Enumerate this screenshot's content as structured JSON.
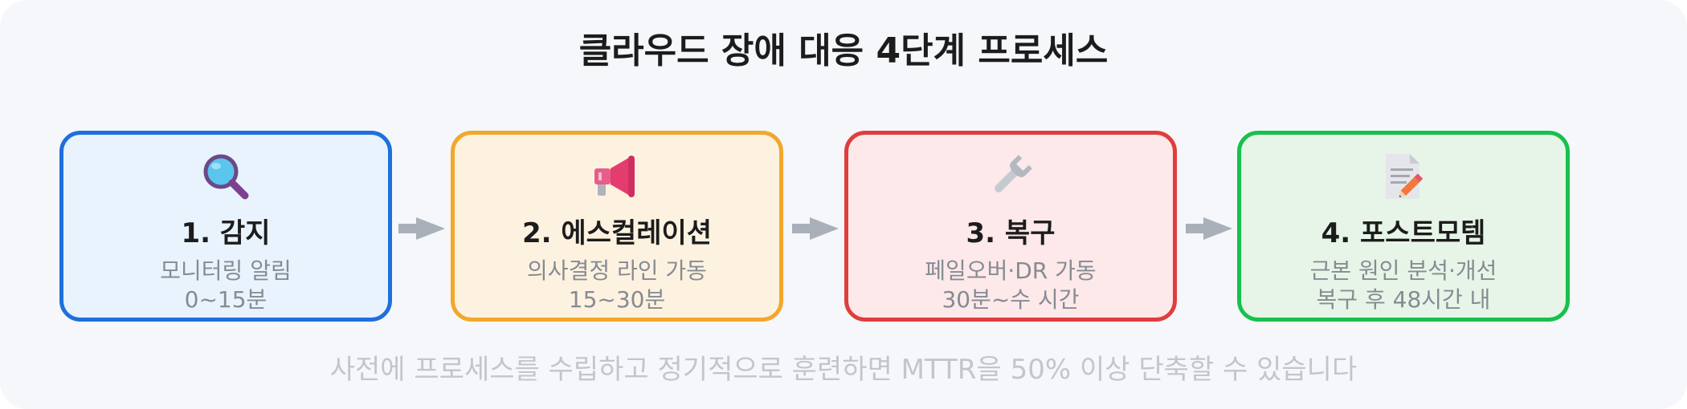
{
  "title": "클라우드 장애 대응 4단계 프로세스",
  "stages": [
    {
      "icon": "magnifying-glass-icon",
      "title": "1. 감지",
      "desc_line1": "모니터링 알림",
      "desc_line2": "0~15분",
      "border_color": "#1f6fdc",
      "fill_color": "#e8f3fd"
    },
    {
      "icon": "megaphone-icon",
      "title": "2. 에스컬레이션",
      "desc_line1": "의사결정 라인 가동",
      "desc_line2": "15~30분",
      "border_color": "#f3a72a",
      "fill_color": "#fdf2e0"
    },
    {
      "icon": "wrench-icon",
      "title": "3. 복구",
      "desc_line1": "페일오버·DR 가동",
      "desc_line2": "30분~수 시간",
      "border_color": "#e03d3d",
      "fill_color": "#fde8ea"
    },
    {
      "icon": "memo-pencil-icon",
      "title": "4. 포스트모템",
      "desc_line1": "근본 원인 분석·개선",
      "desc_line2": "복구 후 48시간 내",
      "border_color": "#17c14c",
      "fill_color": "#e6f5e8"
    }
  ],
  "footnote": "사전에 프로세스를 수립하고 정기적으로 훈련하면 MTTR을 50% 이상 단축할 수 있습니다",
  "colors": {
    "background": "#f5f7fa",
    "arrow": "#a9b0b9",
    "title_text": "#1c1c1c",
    "desc_text": "#868b92",
    "footnote_text": "#c2c6cc"
  }
}
